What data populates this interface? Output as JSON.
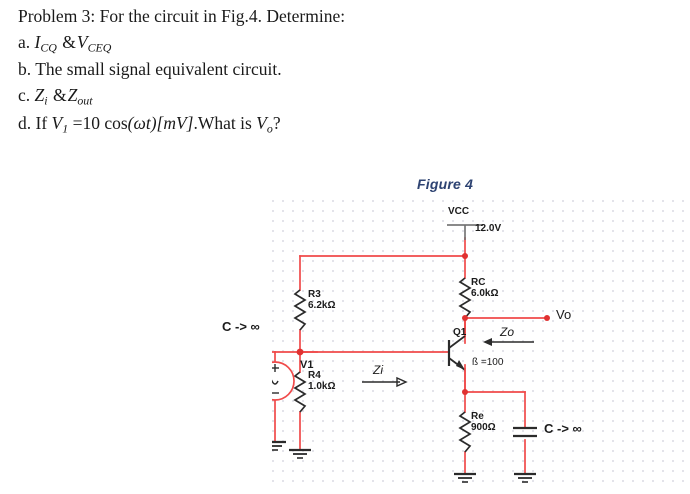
{
  "problem": {
    "heading": "Problem 3: For the circuit in Fig.4. Determine:",
    "items": [
      {
        "marker": "a.",
        "kind": "math_ab",
        "a_var": "I",
        "a_sub": "CQ",
        "amp": "&",
        "b_var": "V",
        "b_sub": "CEQ"
      },
      {
        "marker": "b.",
        "kind": "plain",
        "text": "The small signal equivalent circuit."
      },
      {
        "marker": "c.",
        "kind": "math_ab",
        "a_var": "Z",
        "a_sub": "i",
        "amp": "&",
        "b_var": "Z",
        "b_sub": "out"
      },
      {
        "marker": "d.",
        "kind": "eq",
        "lead": "If",
        "v1_var": "V",
        "v1_sub": "1",
        "eq": "=",
        "rhs": "10 cos",
        "arg_open": "(",
        "omega": "ωt",
        "arg_close": ")",
        "unit_open": "[",
        "unit": "mV",
        "unit_close": "]",
        "tail": ".What is",
        "vo_var": "V",
        "vo_sub": "o",
        "question": "?"
      }
    ]
  },
  "figure": {
    "title": "Figure 4",
    "title_color": "#2e4372",
    "wire_color": "#f04a4a",
    "component_color": "#2b2b2b",
    "grid_dot_color": "#dcdce4",
    "supply": {
      "name": "VCC",
      "value": "12.0V"
    },
    "components": [
      {
        "id": "RC",
        "name": "RC",
        "value": "6.0kΩ"
      },
      {
        "id": "R3",
        "name": "R3",
        "value": "6.2kΩ"
      },
      {
        "id": "R4",
        "name": "R4",
        "value": "1.0kΩ"
      },
      {
        "id": "Re",
        "name": "Re",
        "value": "900Ω"
      },
      {
        "id": "Q1",
        "name": "Q1",
        "value": "ß =100"
      },
      {
        "id": "V1",
        "name": "V1",
        "value": ""
      }
    ],
    "caps": {
      "input": "C -> ∞",
      "bypass": "C -> ∞"
    },
    "nodes": {
      "output": "Vo"
    },
    "impedances": {
      "input": "Zi",
      "output": "Zo"
    }
  }
}
